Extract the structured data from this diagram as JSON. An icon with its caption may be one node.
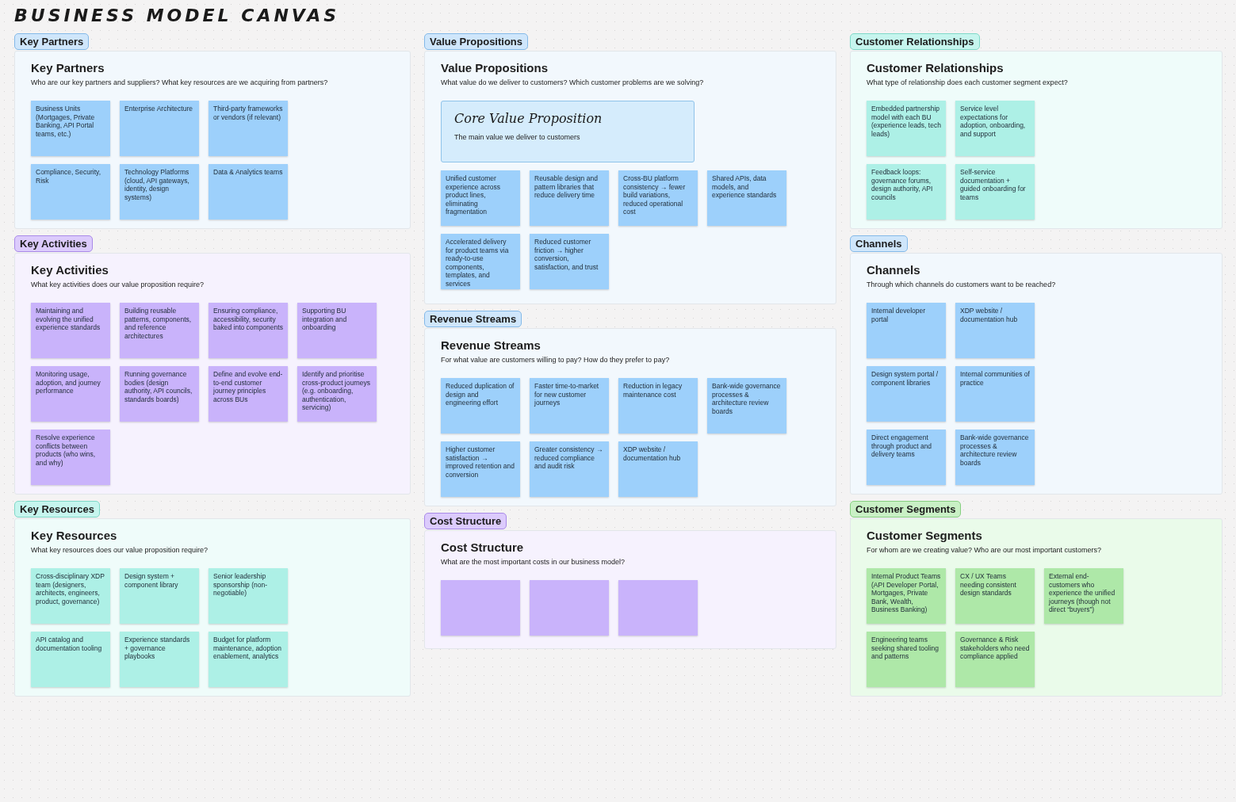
{
  "diagram": {
    "title": "BUSINESS MODEL CANVAS",
    "nodes": [
      {
        "text": [
          "Key Partners"
        ]
      },
      {
        "text": [
          "Key Partners",
          "Who are our key partners and suppliers? What key resources are we acquiring from partners?"
        ]
      },
      {
        "text": [
          "Business Units (Mortgages, Private Banking, API Portal teams, etc.)"
        ],
        "in": 1
      },
      {
        "text": [
          "Enterprise Architecture"
        ],
        "in": 1
      },
      {
        "text": [
          "Third-party frameworks or vendors (if relevant)"
        ],
        "in": 1
      },
      {
        "text": [
          "Compliance, Security, Risk"
        ],
        "in": 1
      },
      {
        "text": [
          "Technology Platforms (cloud, API gateways, identity, design systems)"
        ],
        "in": 1
      },
      {
        "text": [
          "Data & Analytics teams"
        ],
        "in": 1
      },
      {
        "text": [
          "Key Activities"
        ]
      },
      {
        "text": [
          "Key Activities",
          "What key activities does our value proposition require?"
        ]
      },
      {
        "text": [
          "Maintaining and evolving the unified experience standards"
        ],
        "in": 9
      },
      {
        "text": [
          "Building reusable patterns, components, and reference architectures"
        ],
        "in": 9
      },
      {
        "text": [
          "Ensuring compliance, accessibility, security baked into components"
        ],
        "in": 9
      },
      {
        "text": [
          "Supporting BU integration and onboarding"
        ],
        "in": 9
      },
      {
        "text": [
          "Monitoring usage, adoption, and journey performance"
        ],
        "in": 9
      },
      {
        "text": [
          "Running governance bodies (design authority, API councils, standards boards)"
        ],
        "in": 9
      },
      {
        "text": [
          "Define and evolve end-to-end customer journey principles across BUs"
        ],
        "in": 9
      },
      {
        "text": [
          "Identify and prioritise cross-product journeys (e.g. onboarding, authentication, servicing)"
        ],
        "in": 9
      },
      {
        "text": [
          "Resolve experience conflicts between products (who wins, and why)"
        ],
        "in": 9
      },
      {
        "text": [
          "Key Resources"
        ]
      },
      {
        "text": [
          "Key Resources",
          "What key resources does our value proposition require?"
        ]
      },
      {
        "text": [
          "Cross-disciplinary XDP team (designers, architects, engineers, product, governance)"
        ],
        "in": 20
      },
      {
        "text": [
          "Design system + component library"
        ],
        "in": 20
      },
      {
        "text": [
          "Senior leadership sponsorship (non-negotiable)"
        ],
        "in": 20
      },
      {
        "text": [
          "API catalog and documentation tooling"
        ],
        "in": 20
      },
      {
        "text": [
          "Experience standards + governance playbooks"
        ],
        "in": 20
      },
      {
        "text": [
          "Budget for platform maintenance, adoption enablement, analytics"
        ],
        "in": 20
      },
      {
        "text": [
          "Value Propositions"
        ]
      },
      {
        "text": [
          "Value Propositions",
          "What value do we deliver to customers? Which customer problems are we solving?"
        ]
      },
      {
        "text": [
          "Core Value Proposition",
          "The main value we deliver to customers"
        ],
        "in": 28
      },
      {
        "text": [
          "Unified customer experience across product lines, eliminating fragmentation"
        ],
        "in": 28
      },
      {
        "text": [
          "Reusable design and pattern libraries that reduce delivery time"
        ],
        "in": 28
      },
      {
        "text": [
          "Cross-BU platform consistency → fewer build variations, reduced operational cost"
        ],
        "in": 28
      },
      {
        "text": [
          "Shared APIs, data models, and experience standards"
        ],
        "in": 28
      },
      {
        "text": [
          "Accelerated delivery for product teams via ready-to-use components, templates, and services"
        ],
        "in": 28
      },
      {
        "text": [
          "Reduced customer friction → higher conversion, satisfaction, and trust"
        ],
        "in": 28
      },
      {
        "text": [
          "Revenue Streams"
        ]
      },
      {
        "text": [
          "Revenue Streams",
          "For what value are customers willing to pay? How do they prefer to pay?"
        ]
      },
      {
        "text": [
          "Reduced duplication of design and engineering effort"
        ],
        "in": 37
      },
      {
        "text": [
          "Faster time-to-market for new customer journeys"
        ],
        "in": 37
      },
      {
        "text": [
          "Reduction in legacy maintenance cost"
        ],
        "in": 37
      },
      {
        "text": [
          "Bank-wide governance processes & architecture review boards"
        ],
        "in": 37
      },
      {
        "text": [
          "Higher customer satisfaction → improved retention and conversion"
        ],
        "in": 37
      },
      {
        "text": [
          "Greater consistency → reduced compliance and audit risk"
        ],
        "in": 37
      },
      {
        "text": [
          "XDP website / documentation hub"
        ],
        "in": 37
      },
      {
        "text": [
          "Cost Structure"
        ]
      },
      {
        "text": [
          "Cost Structure",
          "What are the most important costs in our business model?"
        ]
      },
      {
        "text": [],
        "shape": "box",
        "in": 46
      },
      {
        "text": [],
        "shape": "box",
        "in": 46
      },
      {
        "text": [],
        "shape": "box",
        "in": 46
      },
      {
        "text": [
          "Customer Relationships"
        ]
      },
      {
        "text": [
          "Customer Relationships",
          "What type of relationship does each customer segment expect?"
        ]
      },
      {
        "text": [
          "Embedded partnership model with each BU (experience leads, tech leads)"
        ],
        "in": 51
      },
      {
        "text": [
          "Service level expectations for adoption, onboarding, and support"
        ],
        "in": 51
      },
      {
        "text": [
          "Feedback loops: governance forums, design authority, API councils"
        ],
        "in": 51
      },
      {
        "text": [
          "Self-service documentation + guided onboarding for teams"
        ],
        "in": 51
      },
      {
        "text": [
          "Channels"
        ]
      },
      {
        "text": [
          "Channels",
          "Through which channels do customers want to be reached?"
        ]
      },
      {
        "text": [
          "Internal developer portal"
        ],
        "in": 57
      },
      {
        "text": [
          "XDP website / documentation hub"
        ],
        "in": 57
      },
      {
        "text": [
          "Design system portal / component libraries"
        ],
        "in": 57
      },
      {
        "text": [
          "Internal communities of practice"
        ],
        "in": 57
      },
      {
        "text": [
          "Direct engagement through product and delivery teams"
        ],
        "in": 57
      },
      {
        "text": [
          "Bank-wide governance processes & architecture review boards"
        ],
        "in": 57
      },
      {
        "text": [
          "Customer Segments"
        ]
      },
      {
        "text": [
          "Customer Segments",
          "For whom are we creating value? Who are our most important customers?"
        ]
      },
      {
        "text": [
          "Internal Product Teams (API Developer Portal, Mortgages, Private Bank, Wealth, Business Banking)"
        ],
        "in": 65
      },
      {
        "text": [
          "CX / UX Teams needing consistent design standards"
        ],
        "in": 65
      },
      {
        "text": [
          "External end-customers who experience the unified journeys (though not direct “buyers”)"
        ],
        "in": 65
      },
      {
        "text": [
          "Engineering teams seeking shared tooling and patterns"
        ],
        "in": 65
      },
      {
        "text": [
          "Governance & Risk stakeholders who need compliance applied"
        ],
        "in": 65
      }
    ],
    "edges": []
  }
}
